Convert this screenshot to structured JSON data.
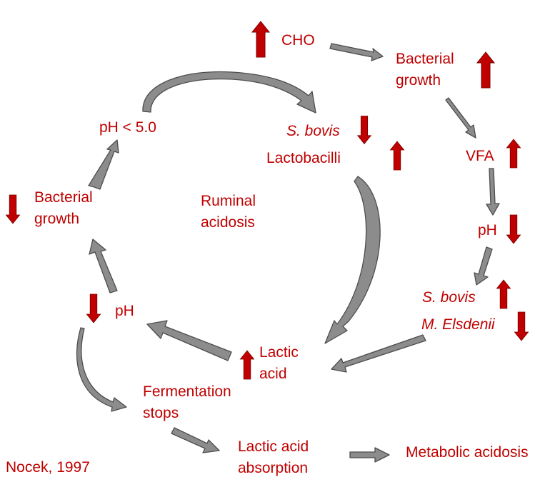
{
  "colors": {
    "text": "#c00000",
    "up_arrow": "#c00000",
    "down_arrow": "#c00000",
    "flow_arrow": "#808080"
  },
  "nodes": {
    "cho": "CHO",
    "bact_growth_top": [
      "Bacterial",
      "growth"
    ],
    "ph_lt_5": "pH < 5.0",
    "s_bovis_top": "S. bovis",
    "lactobacilli": "Lactobacilli",
    "vfa": "VFA",
    "ph_right": "pH",
    "s_bovis_right": "S. bovis",
    "m_elsdenii": "M. Elsdenii",
    "bact_growth_left": [
      "Bacterial",
      "growth"
    ],
    "ruminal_acidosis": [
      "Ruminal",
      "acidosis"
    ],
    "ph_left": "pH",
    "lactic_acid": [
      "Lactic",
      "acid"
    ],
    "fermentation_stops": [
      "Fermentation",
      "stops"
    ],
    "lactic_acid_absorption": [
      "Lactic acid",
      "absorption"
    ],
    "metabolic_acidosis": "Metabolic acidosis",
    "citation": "Nocek, 1997"
  },
  "indicators": {
    "cho": "up",
    "bact_growth_top": "up",
    "s_bovis_top": "down",
    "lactobacilli": "up",
    "vfa": "up",
    "ph_right": "down",
    "s_bovis_right": "up",
    "m_elsdenii": "down",
    "bact_growth_left": "down",
    "ph_left": "down",
    "lactic_acid": "up"
  },
  "flows": [
    [
      "CHO",
      "Bacterial growth"
    ],
    [
      "Bacterial growth",
      "VFA"
    ],
    [
      "VFA",
      "pH"
    ],
    [
      "pH",
      "S. bovis"
    ],
    [
      "M. Elsdenii",
      "Lactic acid"
    ],
    [
      "Lactobacilli",
      "Lactic acid"
    ],
    [
      "Lactic acid",
      "pH"
    ],
    [
      "pH",
      "Bacterial growth"
    ],
    [
      "Bacterial growth",
      "pH < 5.0"
    ],
    [
      "pH < 5.0",
      "S. bovis"
    ],
    [
      "pH",
      "Fermentation stops"
    ],
    [
      "Fermentation stops",
      "Lactic acid absorption"
    ],
    [
      "Lactic acid absorption",
      "Metabolic acidosis"
    ]
  ]
}
